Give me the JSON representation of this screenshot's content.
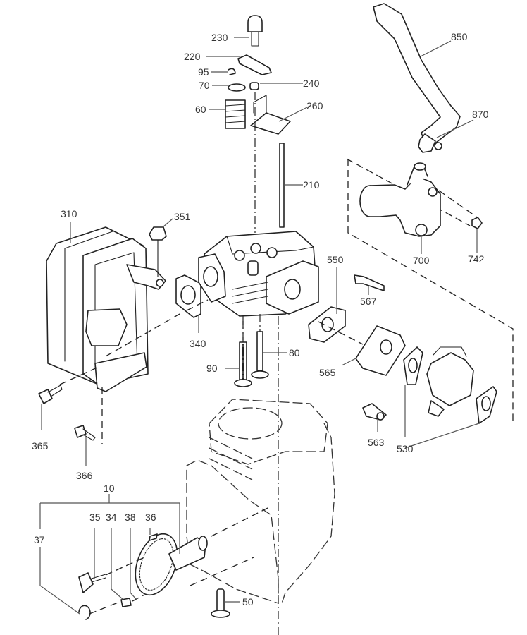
{
  "diagram": {
    "title": "Engine cylinder head, muffler, carburetor and camshaft exploded parts diagram",
    "callouts": [
      {
        "id": "230",
        "label": "230"
      },
      {
        "id": "220",
        "label": "220"
      },
      {
        "id": "95",
        "label": "95"
      },
      {
        "id": "70",
        "label": "70"
      },
      {
        "id": "240",
        "label": "240"
      },
      {
        "id": "60",
        "label": "60"
      },
      {
        "id": "260",
        "label": "260"
      },
      {
        "id": "210",
        "label": "210"
      },
      {
        "id": "850",
        "label": "850"
      },
      {
        "id": "870",
        "label": "870"
      },
      {
        "id": "700",
        "label": "700"
      },
      {
        "id": "742",
        "label": "742"
      },
      {
        "id": "310",
        "label": "310"
      },
      {
        "id": "351",
        "label": "351"
      },
      {
        "id": "340",
        "label": "340"
      },
      {
        "id": "550",
        "label": "550"
      },
      {
        "id": "567",
        "label": "567"
      },
      {
        "id": "80",
        "label": "80"
      },
      {
        "id": "90",
        "label": "90"
      },
      {
        "id": "565",
        "label": "565"
      },
      {
        "id": "563",
        "label": "563"
      },
      {
        "id": "530",
        "label": "530"
      },
      {
        "id": "365",
        "label": "365"
      },
      {
        "id": "366",
        "label": "366"
      },
      {
        "id": "10",
        "label": "10"
      },
      {
        "id": "35",
        "label": "35"
      },
      {
        "id": "34",
        "label": "34"
      },
      {
        "id": "38",
        "label": "38"
      },
      {
        "id": "36",
        "label": "36"
      },
      {
        "id": "37",
        "label": "37"
      },
      {
        "id": "50",
        "label": "50"
      }
    ],
    "parts": [
      {
        "name": "cap-screw",
        "callout": "230"
      },
      {
        "name": "rocker-arm",
        "callout": "220"
      },
      {
        "name": "valve-keeper",
        "callout": "95"
      },
      {
        "name": "spring-retainer",
        "callout": "70"
      },
      {
        "name": "pivot-nut",
        "callout": "240"
      },
      {
        "name": "valve-spring",
        "callout": "60"
      },
      {
        "name": "guide-plate",
        "callout": "260"
      },
      {
        "name": "push-rod",
        "callout": "210"
      },
      {
        "name": "breather-hose",
        "callout": "850"
      },
      {
        "name": "hose-clamp",
        "callout": "870"
      },
      {
        "name": "intake-manifold",
        "callout": "700"
      },
      {
        "name": "flange-nut",
        "callout": "742"
      },
      {
        "name": "muffler",
        "callout": "310"
      },
      {
        "name": "muffler-nut",
        "callout": "351"
      },
      {
        "name": "exhaust-gasket",
        "callout": "340"
      },
      {
        "name": "insulator-gasket",
        "callout": "550"
      },
      {
        "name": "insulator-bolt",
        "callout": "567"
      },
      {
        "name": "intake-valve",
        "callout": "80"
      },
      {
        "name": "exhaust-valve",
        "callout": "90"
      },
      {
        "name": "insulator",
        "callout": "565"
      },
      {
        "name": "carb-bolt",
        "callout": "563"
      },
      {
        "name": "carburetor-gaskets",
        "callout": "530"
      },
      {
        "name": "muffler-bolt",
        "callout": "365"
      },
      {
        "name": "bracket-bolt",
        "callout": "366"
      },
      {
        "name": "camshaft-assembly",
        "callout": "10"
      },
      {
        "name": "flyweight",
        "callout": "35"
      },
      {
        "name": "pin",
        "callout": "34"
      },
      {
        "name": "spring",
        "callout": "38"
      },
      {
        "name": "key",
        "callout": "36"
      },
      {
        "name": "snap-ring",
        "callout": "37"
      },
      {
        "name": "valve-lifter",
        "callout": "50"
      }
    ]
  }
}
